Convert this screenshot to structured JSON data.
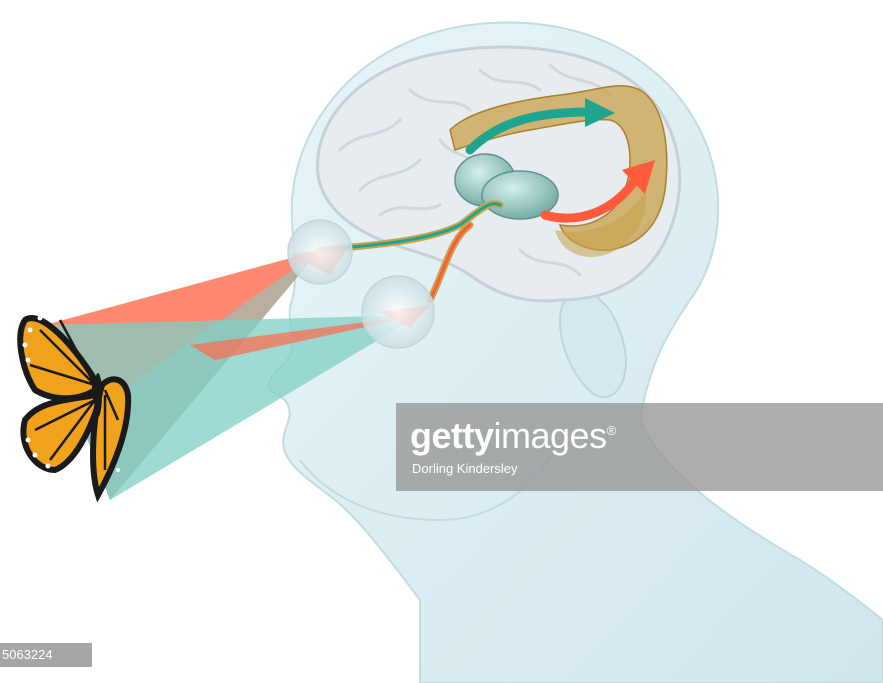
{
  "watermark": {
    "brand_bold": "getty",
    "brand_light": "images",
    "registered_mark": "®",
    "credit": "Dorling Kindersley"
  },
  "image_id": "5063224",
  "colors": {
    "background": "#ffffff",
    "head_fill": "#dceff4",
    "brain_fill": "#e4ebee",
    "visual_field_red": "#ff6a4d",
    "visual_field_teal": "#7fcfc4",
    "pathway_teal": "#1fa58f",
    "pathway_red": "#ff5a3a",
    "cortex_gold": "#c9a24a",
    "thalamus": "#8fc7c0",
    "butterfly_orange": "#f0a21c",
    "watermark_band": "#969696"
  }
}
